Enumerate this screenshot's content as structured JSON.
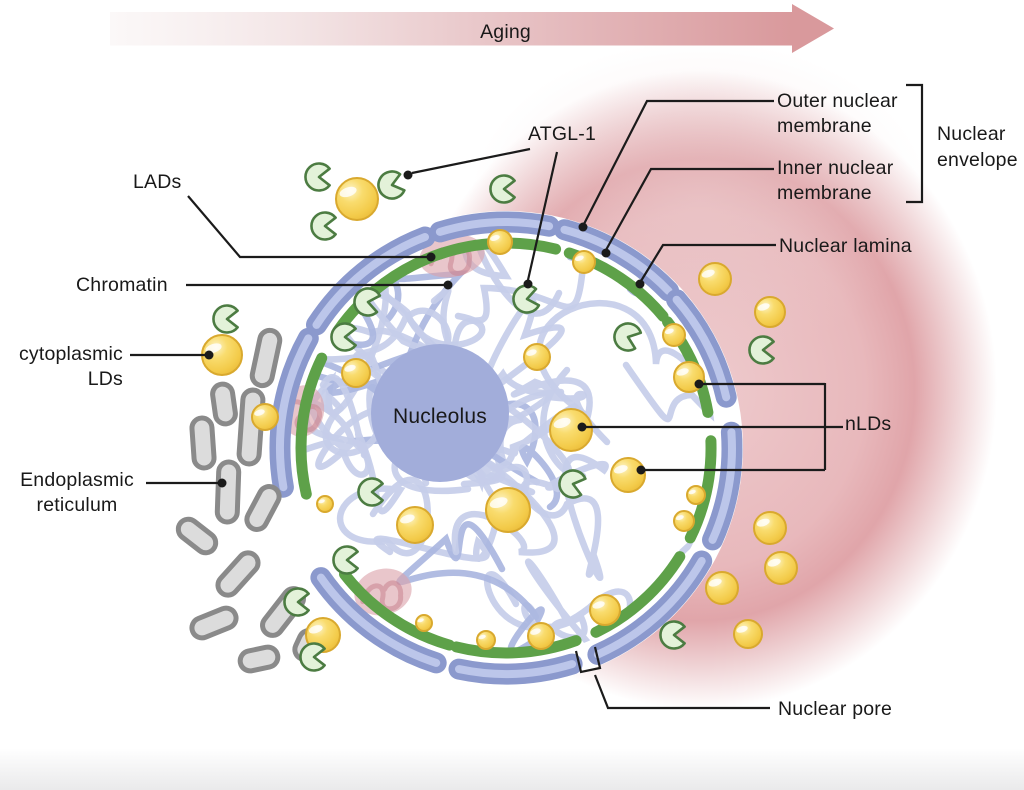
{
  "figure": {
    "title_arrow": "Aging",
    "nucleolus": "Nucleolus",
    "labels": {
      "atgl1": "ATGL-1",
      "lads": "LADs",
      "chromatin": "Chromatin",
      "cytoplasmic_lds": "cytoplasmic\nLDs",
      "endoplasmic_reticulum": "Endoplasmic\nreticulum",
      "outer_nuclear_membrane": "Outer nuclear\nmembrane",
      "inner_nuclear_membrane": "Inner nuclear\nmembrane",
      "nuclear_envelope": "Nuclear\nenvelope",
      "nuclear_lamina": "Nuclear lamina",
      "nlds": "nLDs",
      "nuclear_pore": "Nuclear pore"
    },
    "colors": {
      "membrane-blue": "#8b99cd",
      "membrane-blue-light": "#bcc6ea",
      "lamina-green": "#5ea149",
      "chromatin": "#c5cde9",
      "chromatin-dark": "#aab6e0",
      "nucleolus": "#a2adda",
      "droplet-outline": "#d9a92e",
      "enzyme-fill": "#e3f2d9",
      "enzyme-stroke": "#4c7c42",
      "er-fill": "#dcdcdc",
      "er-stroke": "#8a8a8a",
      "lad-pink": "#dba3ab",
      "lad-dark": "#c9848f",
      "line-color": "#1b1b1b",
      "aging-deep": "#d9999c"
    }
  }
}
